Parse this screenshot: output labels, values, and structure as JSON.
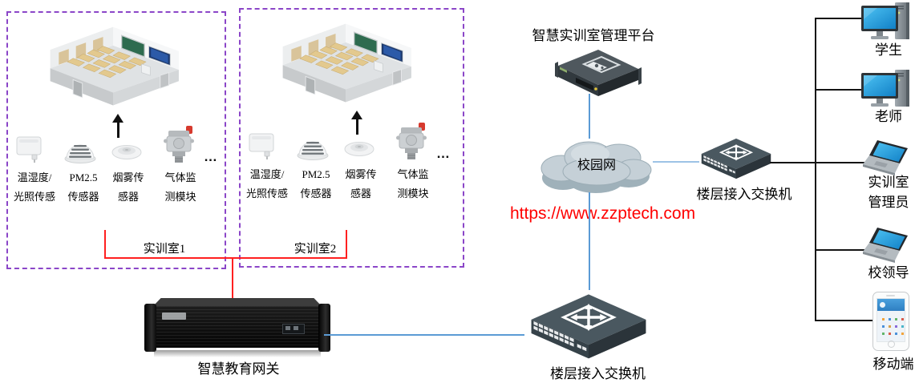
{
  "rooms": [
    {
      "label": "实训室1",
      "ellipsis": "…",
      "sensors": [
        {
          "line1": "温湿度/",
          "line2": "光照传感"
        },
        {
          "line1": "PM2.5",
          "line2": "传感器"
        },
        {
          "line1": "烟雾传",
          "line2": "感器"
        },
        {
          "line1": "气体监",
          "line2": "测模块"
        }
      ]
    },
    {
      "label": "实训室2",
      "ellipsis": "…",
      "sensors": [
        {
          "line1": "温湿度/",
          "line2": "光照传感"
        },
        {
          "line1": "PM2.5",
          "line2": "传感器"
        },
        {
          "line1": "烟雾传",
          "line2": "感器"
        },
        {
          "line1": "气体监",
          "line2": "测模块"
        }
      ]
    }
  ],
  "platform": {
    "label": "智慧实训室管理平台"
  },
  "campus_network": {
    "label": "校园网"
  },
  "watermark": {
    "url": "https://www.zzptech.com"
  },
  "floor_switch_top": {
    "label": "楼层接入交换机"
  },
  "floor_switch_bottom": {
    "label": "楼层接入交换机"
  },
  "gateway": {
    "label": "智慧教育网关"
  },
  "clients": [
    {
      "label": "学生",
      "type": "desktop"
    },
    {
      "label": "老师",
      "type": "desktop"
    },
    {
      "label": "实训室",
      "label2": "管理员",
      "type": "laptop"
    },
    {
      "label": "校领导",
      "type": "laptop"
    },
    {
      "label": "移动端",
      "type": "phone"
    }
  ],
  "colors": {
    "link_blue": "#5b9bd5",
    "link_light_blue": "#9dc3e6",
    "link_black": "#141414",
    "bracket_red": "#ff2020",
    "box_purple": "#8b46c8",
    "url_red": "#ff0000"
  }
}
